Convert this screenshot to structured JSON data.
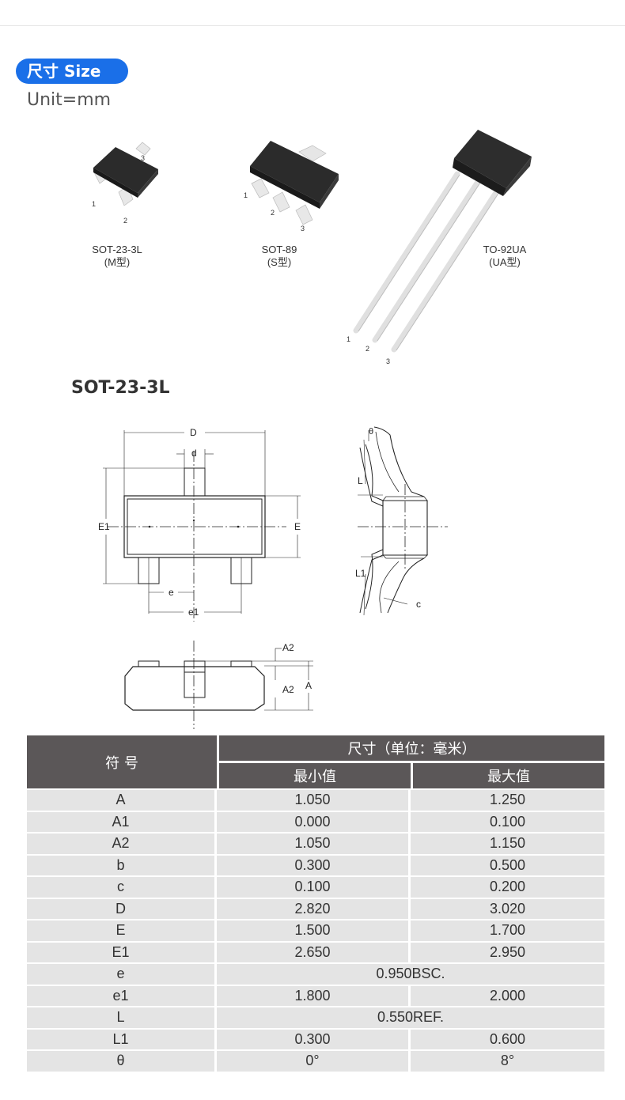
{
  "header": {
    "badge_label": "尺寸 Size",
    "unit": "Unit=mm"
  },
  "packages": [
    {
      "name": "SOT-23-3L",
      "variant": "(M型)",
      "pins": [
        "1",
        "2",
        "3"
      ]
    },
    {
      "name": "SOT-89",
      "variant": "(S型)",
      "pins": [
        "1",
        "2",
        "3"
      ]
    },
    {
      "name": "TO-92UA",
      "variant": "(UA型)",
      "pins": [
        "1",
        "2",
        "3"
      ]
    }
  ],
  "section_title": "SOT-23-3L",
  "drawing_labels": {
    "D": "D",
    "d": "d",
    "E1": "E1",
    "E": "E",
    "e": "e",
    "e1": "e1",
    "theta": "θ",
    "L": "L",
    "L1": "L1",
    "c": "c",
    "A2_top": "A2",
    "A2": "A2",
    "A": "A"
  },
  "table": {
    "symbol_header": "符 号",
    "dimension_header": "尺寸（单位：毫米）",
    "min_header": "最小值",
    "max_header": "最大值",
    "rows": [
      {
        "symbol": "A",
        "min": "1.050",
        "max": "1.250"
      },
      {
        "symbol": "A1",
        "min": "0.000",
        "max": "0.100"
      },
      {
        "symbol": "A2",
        "min": "1.050",
        "max": "1.150"
      },
      {
        "symbol": "b",
        "min": "0.300",
        "max": "0.500"
      },
      {
        "symbol": "c",
        "min": "0.100",
        "max": "0.200"
      },
      {
        "symbol": "D",
        "min": "2.820",
        "max": "3.020"
      },
      {
        "symbol": "E",
        "min": "1.500",
        "max": "1.700"
      },
      {
        "symbol": "E1",
        "min": "2.650",
        "max": "2.950"
      },
      {
        "symbol": "e",
        "span": "0.950BSC."
      },
      {
        "symbol": "e1",
        "min": "1.800",
        "max": "2.000"
      },
      {
        "symbol": "L",
        "span": "0.550REF."
      },
      {
        "symbol": "L1",
        "min": "0.300",
        "max": "0.600"
      },
      {
        "symbol": "θ",
        "min": "0°",
        "max": "8°"
      }
    ]
  }
}
